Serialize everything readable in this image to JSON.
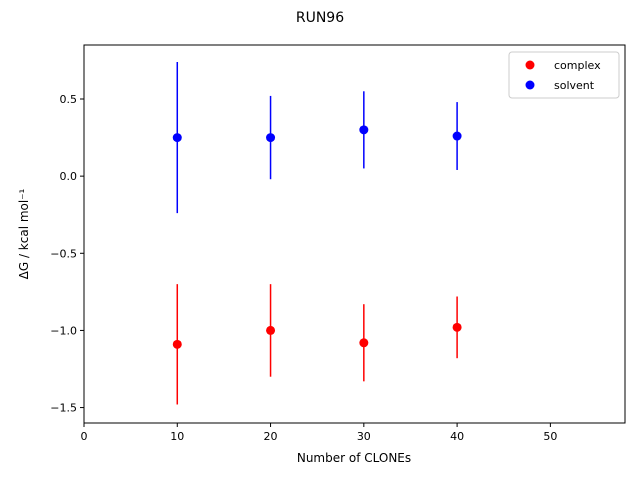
{
  "chart_data": {
    "type": "scatter",
    "title": "RUN96",
    "xlabel": "Number of CLONEs",
    "ylabel": "ΔG / kcal mol⁻¹",
    "xlim": [
      0,
      58
    ],
    "ylim": [
      -1.6,
      0.85
    ],
    "xticks": [
      0,
      10,
      20,
      30,
      40,
      50
    ],
    "yticks": [
      -1.5,
      -1.0,
      -0.5,
      0.0,
      0.5
    ],
    "xtick_labels": [
      "0",
      "10",
      "20",
      "30",
      "40",
      "50"
    ],
    "ytick_labels": [
      "−1.5",
      "−1.0",
      "−0.5",
      "0.0",
      "0.5"
    ],
    "grid": false,
    "legend_position": "top-right",
    "series": [
      {
        "name": "complex",
        "color": "#ff0000",
        "x": [
          10,
          20,
          30,
          40
        ],
        "y": [
          -1.09,
          -1.0,
          -1.08,
          -0.98
        ],
        "err": [
          0.39,
          0.3,
          0.25,
          0.2
        ]
      },
      {
        "name": "solvent",
        "color": "#0000ff",
        "x": [
          10,
          20,
          30,
          40
        ],
        "y": [
          0.25,
          0.25,
          0.3,
          0.26
        ],
        "err": [
          0.49,
          0.27,
          0.25,
          0.22
        ]
      }
    ]
  }
}
